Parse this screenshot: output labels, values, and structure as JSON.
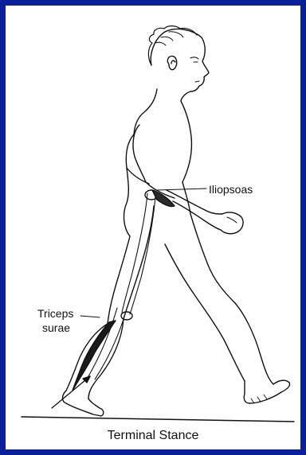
{
  "diagram": {
    "caption": "Terminal Stance",
    "muscles": {
      "iliopsoas": "Iliopsoas",
      "triceps_line1": "Triceps",
      "triceps_line2": "surae"
    },
    "colors": {
      "frame": "#0b1f9a",
      "background": "#ffffff",
      "ink": "#111111"
    }
  }
}
